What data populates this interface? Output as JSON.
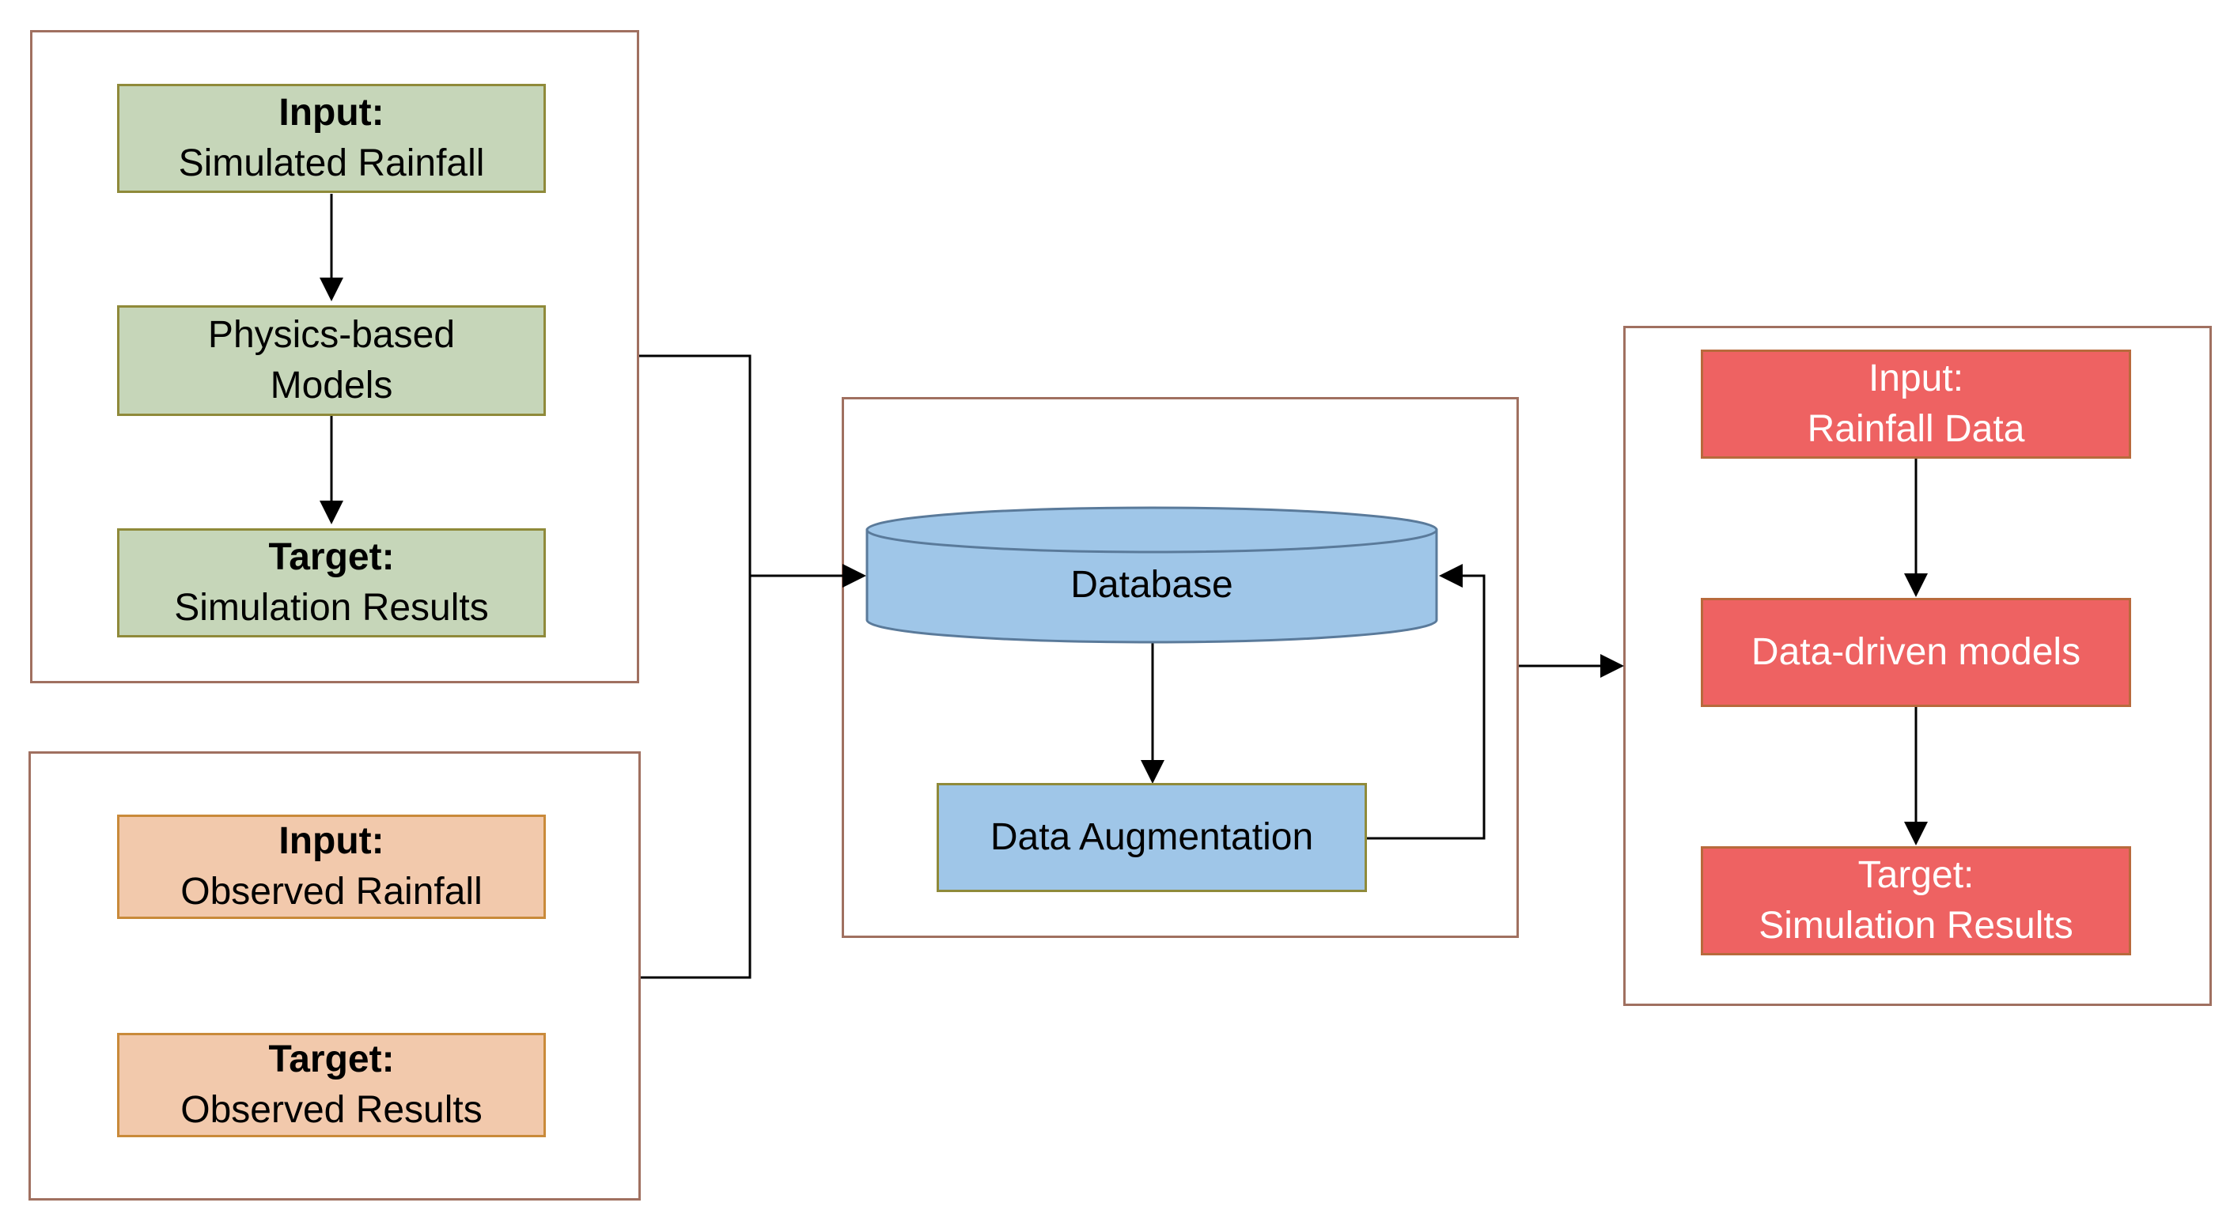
{
  "physics_panel": {
    "input_box": {
      "title": "Input:",
      "text": "Simulated Rainfall"
    },
    "model_box": {
      "line1": "Physics-based",
      "line2": "Models"
    },
    "target_box": {
      "title": "Target:",
      "text": "Simulation Results"
    }
  },
  "observed_panel": {
    "input_box": {
      "title": "Input:",
      "text": "Observed Rainfall"
    },
    "target_box": {
      "title": "Target:",
      "text": "Observed Results"
    }
  },
  "database_panel": {
    "database": "Database",
    "augmentation": "Data Augmentation"
  },
  "datadriven_panel": {
    "input_box": {
      "title": "Input:",
      "text": "Rainfall Data"
    },
    "model_box": {
      "text": "Data-driven models"
    },
    "target_box": {
      "title": "Target:",
      "text": "Simulation Results"
    }
  },
  "colors": {
    "physics_boxes": "#c6d6b9",
    "observed_boxes": "#f2c9ac",
    "datadriven_boxes": "#ee6262",
    "database": "#9fc6e8",
    "frame_border": "#a07060"
  }
}
